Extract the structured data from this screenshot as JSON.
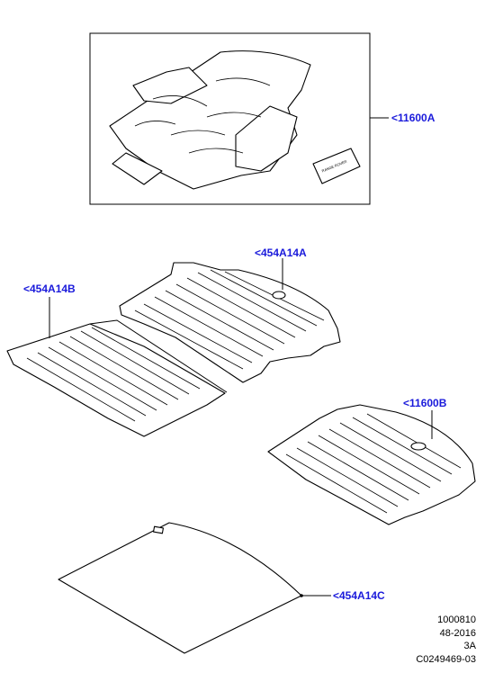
{
  "callouts": {
    "c1": "<11600A",
    "c2": "<454A14A",
    "c3": "<454A14B",
    "c4": "<11600B",
    "c5": "<454A14C"
  },
  "reference": {
    "line1": "1000810",
    "line2": "48-2016",
    "line3": "3A",
    "line4": "C0249469-03"
  },
  "label_text": "RANGE ROVER",
  "colors": {
    "callout": "#1a1adb",
    "line": "#000000"
  }
}
